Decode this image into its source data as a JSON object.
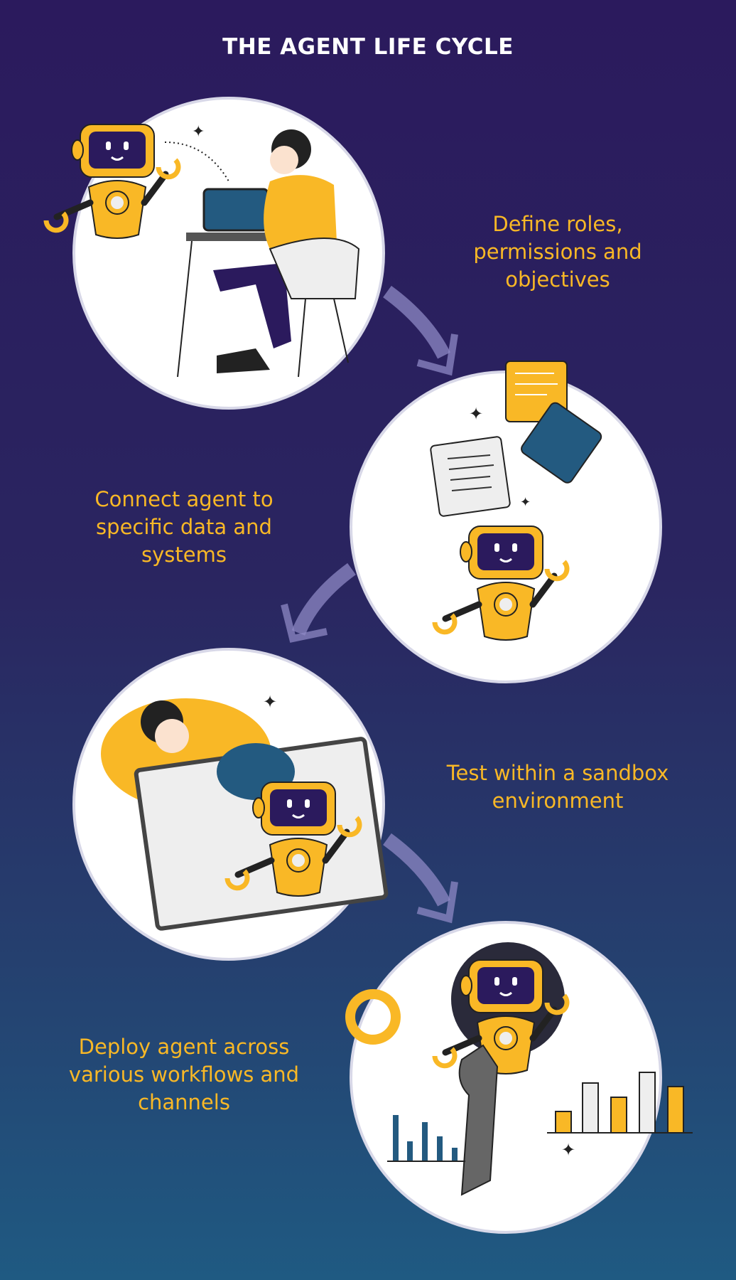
{
  "title": "THE AGENT LIFE CYCLE",
  "steps": [
    {
      "label": "Define roles, permissions and objectives"
    },
    {
      "label": "Connect agent to specific data and systems"
    },
    {
      "label": "Test within a sandbox environment"
    },
    {
      "label": "Deploy agent across various workflows and channels"
    }
  ],
  "colors": {
    "accent": "#f9b826",
    "background_top": "#2b1a5d",
    "background_bottom": "#1f5a82",
    "screen": "#2b1a5d",
    "blue": "#235a80"
  }
}
